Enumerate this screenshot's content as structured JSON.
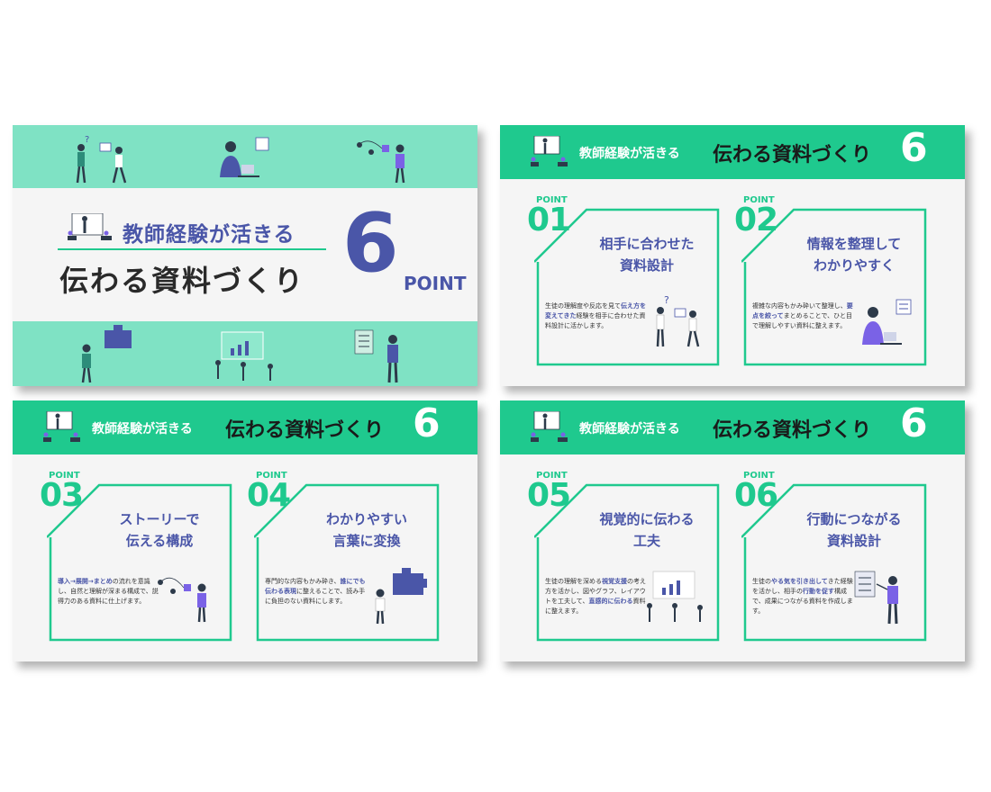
{
  "colors": {
    "green": "#1fc98e",
    "mint": "#7fe2c4",
    "navy": "#4a56a8",
    "purple": "#7a62e6",
    "dark": "#2d3a4a"
  },
  "title_slide": {
    "subtitle": "教師経験が活きる",
    "title": "伝わる資料づくり",
    "number": "6",
    "point_word": "POINT"
  },
  "header": {
    "small": "教師経験が活きる",
    "big": "伝わる資料づくり",
    "number": "6"
  },
  "point_label": "POINT",
  "points": [
    {
      "num": "01",
      "title": [
        "相手に合わせた",
        "資料設計"
      ],
      "desc": [
        {
          "t": "生徒の理解度や反応を見て"
        },
        {
          "t": "伝え方を変えてきた",
          "b": true
        },
        {
          "t": "経験を相手に合わせた資料設計に活かします。"
        }
      ],
      "icon": "teacher-question-icon"
    },
    {
      "num": "02",
      "title": [
        "情報を整理して",
        "わかりやすく"
      ],
      "desc": [
        {
          "t": "複雑な内容もかみ砕いて整理し、"
        },
        {
          "t": "要点を絞って",
          "b": true
        },
        {
          "t": "まとめることで、ひと目で理解しやすい資料に整えます。"
        }
      ],
      "icon": "laptop-person-icon"
    },
    {
      "num": "03",
      "title": [
        "ストーリーで",
        "伝える構成"
      ],
      "desc": [
        {
          "t": "導入→展開→まとめ",
          "b": true
        },
        {
          "t": "の流れを意識し、自然と理解が深まる構成で、説得力のある資料に仕上げます。"
        }
      ],
      "icon": "flow-person-icon"
    },
    {
      "num": "04",
      "title": [
        "わかりやすい",
        "言葉に変換"
      ],
      "desc": [
        {
          "t": "専門的な内容もかみ砕き、"
        },
        {
          "t": "誰にでも伝わる表現",
          "b": true
        },
        {
          "t": "に整えることで、読み手に負担のない資料にします。"
        }
      ],
      "icon": "puzzle-person-icon"
    },
    {
      "num": "05",
      "title": [
        "視覚的に伝わる",
        "工夫"
      ],
      "desc": [
        {
          "t": "生徒の理解を深める"
        },
        {
          "t": "視覚支援",
          "b": true
        },
        {
          "t": "の考え方を活かし、図やグラフ、レイアウトを工夫して、"
        },
        {
          "t": "直感的に伝わる",
          "b": true
        },
        {
          "t": "資料に整えます。"
        }
      ],
      "icon": "chart-board-icon"
    },
    {
      "num": "06",
      "title": [
        "行動につながる",
        "資料設計"
      ],
      "desc": [
        {
          "t": "生徒の"
        },
        {
          "t": "やる気を引き出して",
          "b": true
        },
        {
          "t": "きた経験を活かし、相手の"
        },
        {
          "t": "行動を促す",
          "b": true
        },
        {
          "t": "構成で、成果につながる資料を作成します。"
        }
      ],
      "icon": "checklist-person-icon"
    }
  ]
}
